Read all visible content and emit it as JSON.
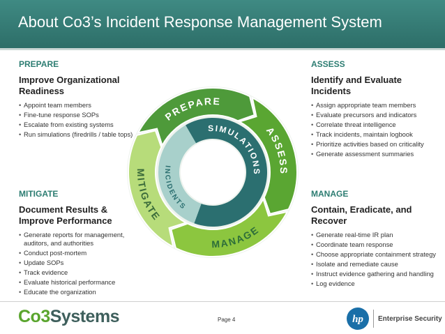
{
  "header": {
    "title": "About Co3’s Incident Response Management System"
  },
  "prepare": {
    "heading": "PREPARE",
    "subheading": "Improve Organizational Readiness",
    "items": [
      "Appoint team members",
      "Fine-tune response SOPs",
      "Escalate from existing systems",
      "Run simulations (firedrills / table tops)"
    ]
  },
  "assess": {
    "heading": "ASSESS",
    "subheading": "Identify and Evaluate Incidents",
    "items": [
      "Assign appropriate team members",
      "Evaluate precursors and indicators",
      "Correlate threat intelligence",
      "Track incidents, maintain logbook",
      "Prioritize activities based on criticality",
      "Generate assessment summaries"
    ]
  },
  "mitigate": {
    "heading": "MITIGATE",
    "subheading": "Document Results & Improve Performance",
    "items": [
      "Generate reports for management, auditors, and authorities",
      "Conduct post-mortem",
      "Update SOPs",
      "Track evidence",
      "Evaluate historical performance",
      "Educate the organization"
    ]
  },
  "manage": {
    "heading": "MANAGE",
    "subheading": "Contain, Eradicate, and Recover",
    "items": [
      "Generate real-time IR plan",
      "Coordinate team response",
      "Choose appropriate containment strategy",
      "Isolate and remediate cause",
      "Instruct evidence gathering and handling",
      "Log evidence"
    ]
  },
  "diagram": {
    "outer_labels": [
      "PREPARE",
      "ASSESS",
      "MANAGE",
      "MITIGATE"
    ],
    "inner_labels": [
      "SIMULATIONS",
      "INCIDENTS"
    ],
    "colors": {
      "prepare": "#4e9a3a",
      "assess": "#5aa632",
      "manage": "#8cc63f",
      "mitigate": "#b7dc7a",
      "inner_dark": "#2b6f70",
      "inner_light": "#a8d0cb"
    }
  },
  "footer": {
    "logo_a": "Co3",
    "logo_b": "Systems",
    "page_label": "Page 4",
    "hp_text": "Enterprise Security",
    "hp_mark": "hp"
  }
}
